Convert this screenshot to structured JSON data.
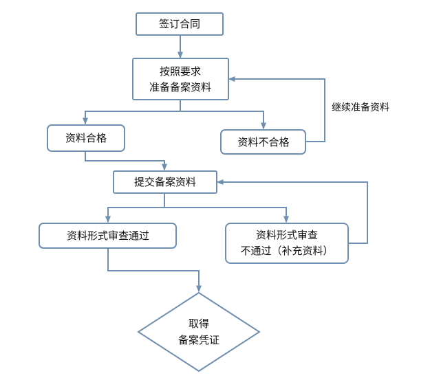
{
  "flowchart": {
    "nodes": {
      "sign_contract": {
        "label": "签订合同"
      },
      "prepare_materials": {
        "line1": "按照要求",
        "line2": "准备备案资料"
      },
      "materials_qualified": {
        "label": "资料合格"
      },
      "materials_unqualified": {
        "label": "资料不合格"
      },
      "submit_materials": {
        "label": "提交备案资料"
      },
      "review_passed": {
        "label": "资料形式审查通过"
      },
      "review_failed": {
        "line1": "资料形式审查",
        "line2": "不通过（补充资料）"
      },
      "obtain_certificate": {
        "line1": "取得",
        "line2": "备案凭证"
      }
    },
    "edge_labels": {
      "continue_preparing": "继续准备资料"
    },
    "colors": {
      "stroke": "#6f8fb1",
      "text": "#111111",
      "background": "#ffffff"
    }
  }
}
